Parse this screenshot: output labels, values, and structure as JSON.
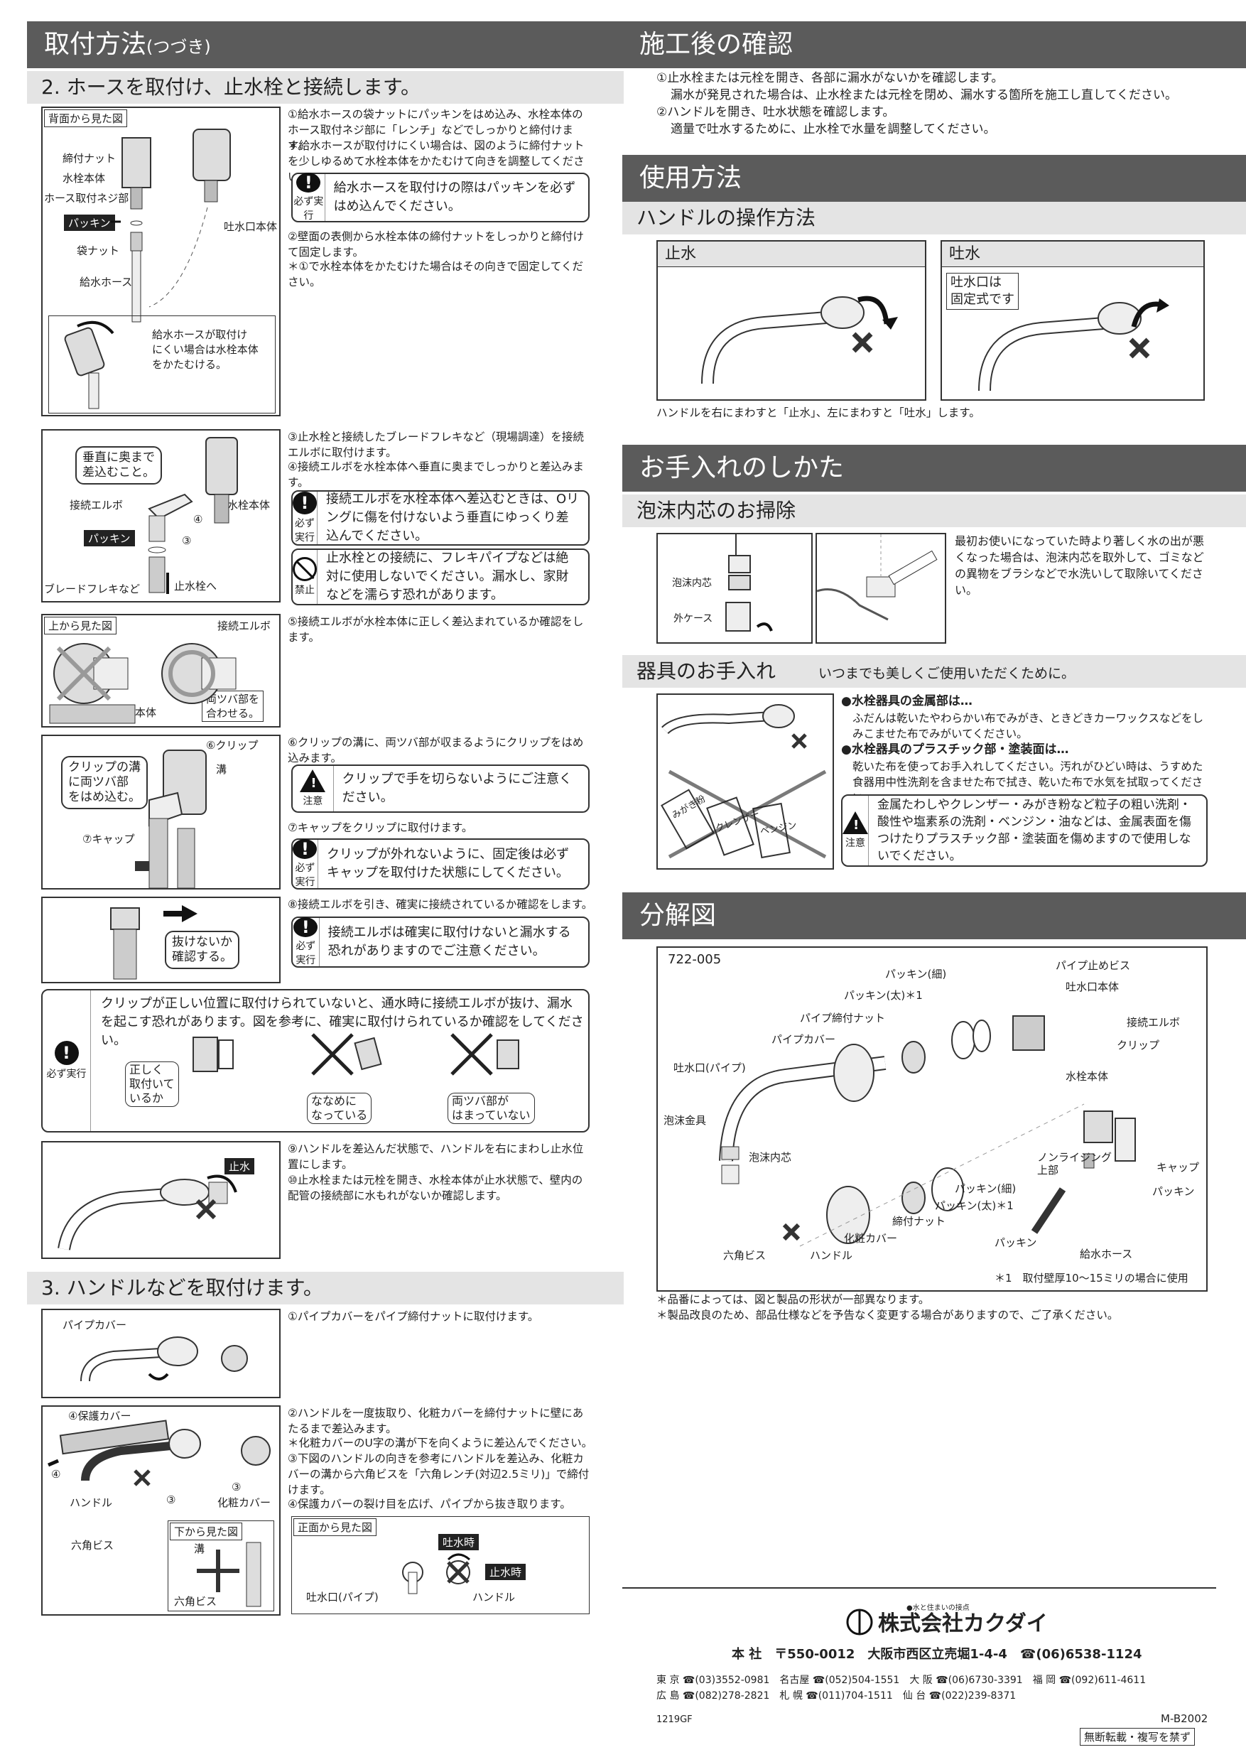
{
  "left": {
    "header": {
      "title": "取付方法",
      "suffix": "(つづき)"
    },
    "section2": {
      "title": "2. ホースを取付け、止水栓と接続します。",
      "fig1": {
        "view": "背面から見た図",
        "nut": "締付ナット",
        "body": "水栓本体",
        "screw": "ホース取付ネジ部",
        "packing": "パッキン",
        "bagnut": "袋ナット",
        "hose": "給水ホース",
        "outlet": "吐水口本体",
        "inset": "給水ホースが取付け\nにくい場合は水栓本体\nをかたむける。"
      },
      "step1": "①給水ホースの袋ナットにパッキンをはめ込み、水栓本体のホース取付ネジ部に「レンチ」などでしっかりと締付けます。",
      "step1_note": "＊給水ホースが取付けにくい場合は、図のように締付ナットを少しゆるめて水栓本体をかたむけて向きを調整してください。",
      "must1": "給水ホースを取付けの際はパッキンを必ずはめ込んでください。",
      "step2": "②壁面の表側から水栓本体の締付ナットをしっかりと締付けて固定します。",
      "step2_note": "＊①で水栓本体をかたむけた場合はその向きで固定してください。",
      "fig2": {
        "bubble": "垂直に奥まで\n差込むこと。",
        "elbow": "接続エルボ",
        "body": "水栓本体",
        "packing": "パッキン",
        "braid": "ブレードフレキなど",
        "to_valve": "止水栓へ",
        "n4": "④",
        "n3": "③"
      },
      "step3": "③止水栓と接続したブレードフレキなど（現場調達）を接続エルボに取付けます。",
      "step4": "④接続エルボを水栓本体へ垂直に奥までしっかりと差込みます。",
      "must2": "接続エルボを水栓本体へ差込むときは、Oリングに傷を付けないよう垂直にゆっくり差込んでください。",
      "ban1": "止水栓との接続に、フレキパイプなどは絶対に使用しないでください。漏水し、家財などを濡らす恐れがあります。",
      "fig3": {
        "view": "上から見た図",
        "elbow": "接続エルボ",
        "body": "水栓本体",
        "bubble": "両ツバ部を\n合わせる。"
      },
      "step5": "⑤接続エルボが水栓本体に正しく差込まれているか確認をします。",
      "fig4": {
        "clip": "⑥クリップ",
        "groove": "溝",
        "bubble": "クリップの溝\nに両ツバ部\nをはめ込む。",
        "cap": "⑦キャップ"
      },
      "step6": "⑥クリップの溝に、両ツバ部が収まるようにクリップをはめ込みます。",
      "caution1": "クリップで手を切らないようにご注意ください。",
      "step7": "⑦キャップをクリップに取付けます。",
      "must3": "クリップが外れないように、固定後は必ずキャップを取付けた状態にしてください。",
      "fig5": {
        "bubble": "抜けないか\n確認する。"
      },
      "step8": "⑧接続エルボを引き、確実に接続されているか確認をします。",
      "must4": "接続エルボは確実に取付けないと漏水する恐れがありますのでご注意ください。",
      "wide": {
        "text": "クリップが正しい位置に取付けられていないと、通水時に接続エルボが抜け、漏水を起こす恐れがあります。図を参考に、確実に取付けられているか確認をしてください。",
        "ok": "正しく\n取付いて\nいるか",
        "ng1": "ななめに\nなっている",
        "ng2": "両ツバ部が\nはまっていない"
      },
      "fig6": {
        "label": "止水"
      },
      "step9": "⑨ハンドルを差込んだ状態で、ハンドルを右にまわし止水位置にします。",
      "step10": "⑩止水栓または元栓を開き、水栓本体が止水状態で、壁内の配管の接続部に水もれがないか確認します。"
    },
    "section3": {
      "title": "3. ハンドルなどを取付けます。",
      "fig1": {
        "cover": "パイプカバー"
      },
      "step1": "①パイプカバーをパイプ締付ナットに取付けます。",
      "fig2": {
        "protect": "④保護カバー",
        "n4": "④",
        "handle": "ハンドル",
        "n3a": "③",
        "n3b": "③",
        "cosmetic": "化粧カバー",
        "hexscrew": "六角ビス",
        "bottom_view": "下から見た図",
        "groove": "溝",
        "hexscrew2": "六角ビス"
      },
      "step2": "②ハンドルを一度抜取り、化粧カバーを締付ナットに壁にあたるまで差込みます。",
      "step2_note": "＊化粧カバーのU字の溝が下を向くように差込んでください。",
      "step3": "③下図のハンドルの向きを参考にハンドルを差込み、化粧カバーの溝から六角ビスを「六角レンチ(対辺2.5ミリ)」で締付けます。",
      "step4": "④保護カバーの裂け目を広げ、パイプから抜き取ります。",
      "front_view": {
        "title": "正面から見た図",
        "open": "吐水時",
        "close": "止水時",
        "outlet": "吐水口(パイプ)",
        "handle": "ハンドル"
      }
    }
  },
  "right": {
    "check": {
      "title": "施工後の確認",
      "l1": "①止水栓または元栓を開き、各部に漏水がないかを確認します。",
      "l2": "漏水が発見された場合は、止水栓または元栓を閉め、漏水する箇所を施工し直してください。",
      "l3": "②ハンドルを開き、吐水状態を確認します。",
      "l4": "適量で吐水するために、止水栓で水量を調整してください。"
    },
    "usage": {
      "title": "使用方法",
      "sub": "ハンドルの操作方法",
      "stop": "止水",
      "open": "吐水",
      "fixed": "吐水口は\n固定式です",
      "caption": "ハンドルを右にまわすと「止水」、左にまわすと「吐水」します。"
    },
    "care": {
      "title": "お手入れのしかた",
      "sub1": "泡沫内芯のお掃除",
      "core": "泡沫内芯",
      "case": "外ケース",
      "text1": "最初お使いになっていた時より著しく水の出が悪くなった場合は、泡沫内芯を取外して、ゴミなどの異物をブラシなどで水洗いして取除いてください。",
      "sub2": "器具のお手入れ",
      "sub2_note": "いつまでも美しくご使用いただくために。",
      "metal_h": "●水栓器具の金属部は…",
      "metal": "ふだんは乾いたやわらかい布でみがき、ときどきカーワックスなどをしみこませた布でみがいてください。",
      "plastic_h": "●水栓器具のプラスチック部・塗装面は…",
      "plastic": "乾いた布を使ってお手入れしてください。汚れがひどい時は、うすめた食器用中性洗剤を含ませた布で拭き、乾いた布で水気を拭取ってください。",
      "caution": "金属たわしやクレンザー・みがき粉など粒子の粗い洗剤・酸性や塩素系の洗剤・ベンジン・油などは、金属表面を傷つけたりプラスチック部・塗装面を傷めますので使用しないでください。",
      "img_words": [
        "みがき粉",
        "クレンザー",
        "ベンジン"
      ]
    },
    "exploded": {
      "title": "分解図",
      "model": "722-005",
      "parts": {
        "packing_thin": "パッキン(細)",
        "pipe_screw": "パイプ止めビス",
        "packing_thick": "パッキン(太)＊1",
        "outlet_body": "吐水口本体",
        "pipe_nut": "パイプ締付ナット",
        "elbow": "接続エルボ",
        "pipe_cover": "パイプカバー",
        "clip": "クリップ",
        "outlet_pipe": "吐水口(パイプ)",
        "valve_body": "水栓本体",
        "aerator": "泡沫金具",
        "core": "泡沫内芯",
        "nonrising": "ノンライジング\n上部",
        "cap": "キャップ",
        "packing_thin2": "パッキン(細)",
        "packing": "パッキン",
        "packing_thick2": "パッキン(太)＊1",
        "nut": "締付ナット",
        "cosmetic": "化粧カバー",
        "packing3": "パッキン",
        "hexscrew": "六角ビス",
        "handle": "ハンドル",
        "hose": "給水ホース"
      },
      "footnote": "＊1　取付壁厚10〜15ミリの場合に使用"
    },
    "notes": [
      "＊品番によっては、図と製品の形状が一部異なります。",
      "＊製品改良のため、部品仕様などを予告なく変更する場合がありますので、ご了承ください。"
    ],
    "company": {
      "tagline": "●水と住まいの接点",
      "name": "株式会社カクダイ",
      "hq": "本 社　〒550-0012　大阪市西区立売堀1-4-4　☎(06)6538-1124",
      "row1": "東 京 ☎(03)3552-0981　名古屋 ☎(052)504-1551　大 阪 ☎(06)6730-3391　福 岡 ☎(092)611-4611",
      "row2": "広 島 ☎(082)278-2821　札 幌 ☎(011)704-1511　仙 台 ☎(022)239-8371",
      "code": "1219GF",
      "doc": "M-B2002",
      "copyright": "無断転載・複写を禁ず"
    }
  },
  "labels": {
    "must": "必ず実行",
    "caution": "注意",
    "ban": "禁止"
  }
}
